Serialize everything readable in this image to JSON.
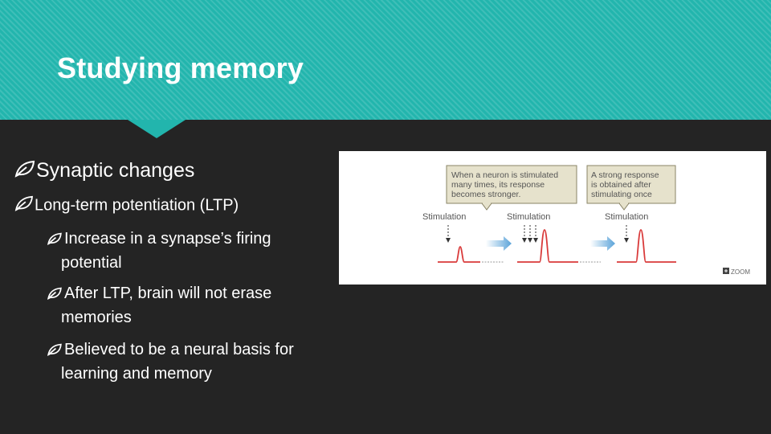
{
  "slide": {
    "title": "Studying memory",
    "accent_color": "#22b5ad",
    "background_color": "#242424",
    "bullet_icon": "leaf-bullet-icon"
  },
  "bullets": [
    {
      "text": "Synaptic changes",
      "children": [
        {
          "text": "Long-term potentiation (LTP)",
          "children": [
            {
              "line1": "Increase in a synapse’s firing",
              "line2": "potential"
            },
            {
              "line1": "After LTP, brain will not erase",
              "line2": "memories"
            },
            {
              "line1": "Believed to be a neural basis for",
              "line2": "learning and memory"
            }
          ]
        }
      ]
    }
  ],
  "figure": {
    "callout_left": [
      "When a neuron is stimulated",
      "many times, its response",
      "becomes stronger."
    ],
    "callout_right": [
      "A strong response",
      "is obtained after",
      "stimulating once"
    ],
    "stim_labels": [
      "Stimulation",
      "Stimulation",
      "Stimulation"
    ],
    "zoom_label": "ZOOM",
    "spike_color": "#d93a3a",
    "arrow_color": "#5aa3d9"
  }
}
